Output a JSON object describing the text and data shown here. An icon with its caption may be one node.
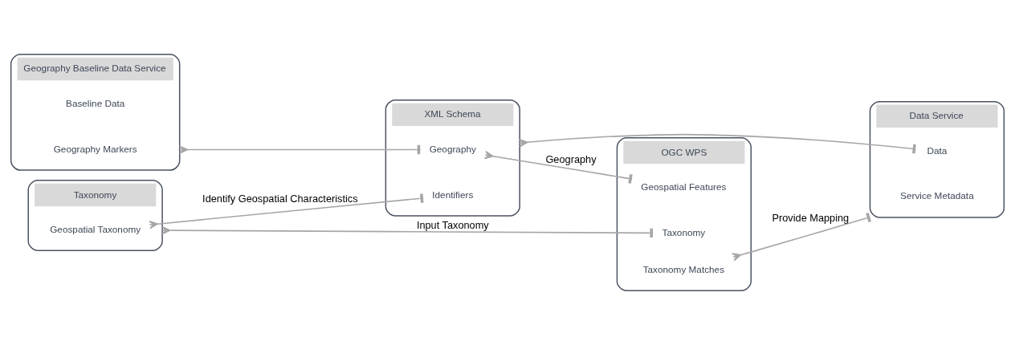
{
  "diagram": {
    "nodes": [
      {
        "text": [
          "OGC WPS"
        ]
      },
      {
        "text": [
          "Taxonomy Matches"
        ],
        "in": 0
      },
      {
        "text": [
          "Geospatial Features"
        ],
        "in": 0
      },
      {
        "text": [
          "Taxonomy"
        ],
        "in": 0
      },
      {
        "text": [
          "Data Service"
        ]
      },
      {
        "text": [
          "Service Metadata"
        ],
        "in": 4
      },
      {
        "text": [
          "Data"
        ],
        "in": 4
      },
      {
        "text": [
          "XML Schema"
        ]
      },
      {
        "text": [
          "Geography"
        ],
        "in": 7
      },
      {
        "text": [
          "Identifiers"
        ],
        "in": 7
      },
      {
        "text": [
          "Geography Baseline Data Service"
        ]
      },
      {
        "text": [
          "Geography Markers"
        ],
        "in": 10
      },
      {
        "text": [
          "Baseline Data"
        ],
        "in": 10
      },
      {
        "text": [
          "Taxonomy"
        ]
      },
      {
        "text": [
          "Geospatial Taxonomy"
        ],
        "in": 13
      }
    ],
    "edges": [
      {
        "from": 1,
        "to": 4,
        "arrow": "other",
        "label": "Provide Mapping"
      },
      {
        "from": 8,
        "to": 2,
        "arrow": "other",
        "label": "Geography"
      },
      {
        "from": 13,
        "to": 3,
        "arrow": "other",
        "label": "Input Taxonomy"
      },
      {
        "from": 7,
        "to": 6,
        "arrow": "other"
      },
      {
        "from": 10,
        "to": 8,
        "arrow": "other"
      },
      {
        "from": 14,
        "to": 9,
        "arrow": "other",
        "label": "Identify Geospatial Characteristics"
      }
    ]
  }
}
